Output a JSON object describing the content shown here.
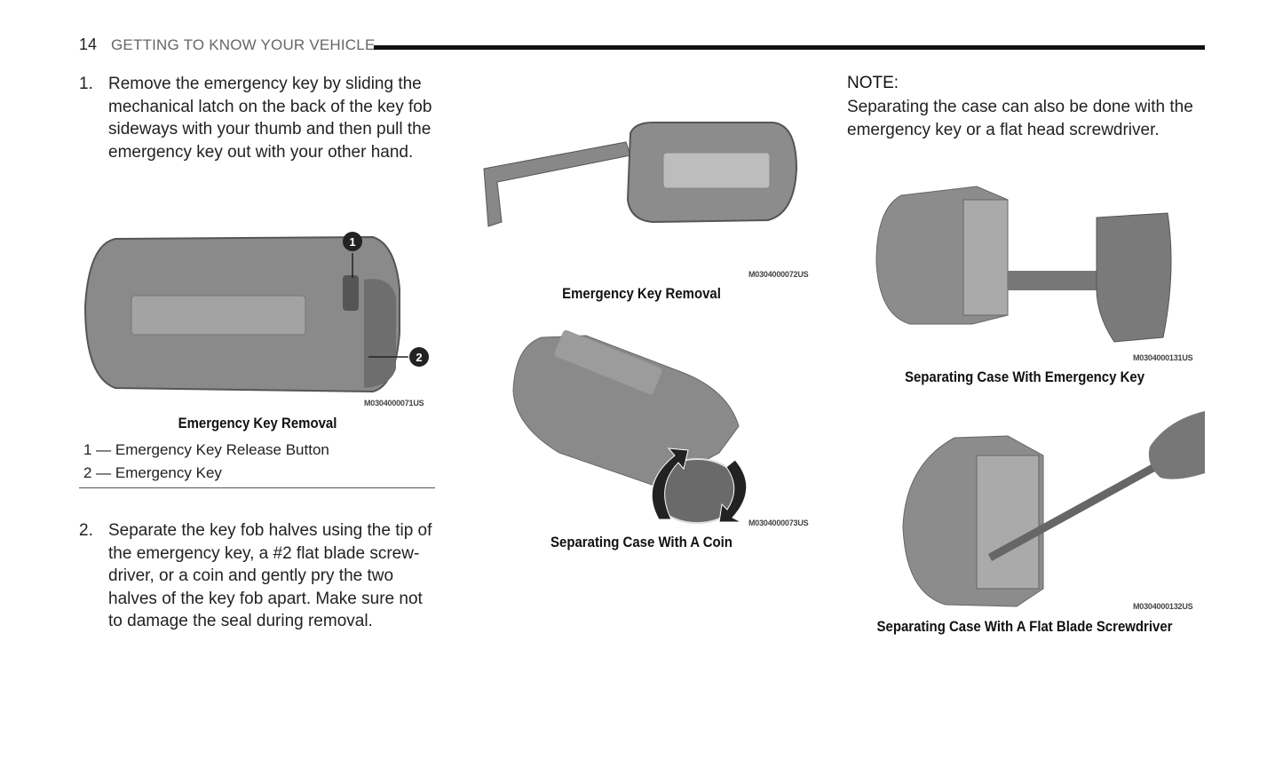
{
  "header": {
    "page_number": "14",
    "section_title": "GETTING TO KNOW YOUR VEHICLE"
  },
  "steps": [
    {
      "number": "1.",
      "text": "Remove the emergency key by sliding the mechanical latch on the back of the key fob sideways with your thumb and then pull the emergency key out with your other hand."
    },
    {
      "number": "2.",
      "text": "Separate the key fob halves using the tip of the emergency key, a #2 flat blade screw-driver, or a coin and gently pry the two halves of the key fob apart. Make sure not to damage the seal during removal."
    }
  ],
  "figures": [
    {
      "caption": "Emergency Key Removal",
      "code": "M0304000071US",
      "callouts": [
        "1",
        "2"
      ],
      "legend": [
        "1 — Emergency Key Release Button",
        "2 — Emergency Key"
      ]
    },
    {
      "caption": "Emergency Key Removal",
      "code": "M0304000072US"
    },
    {
      "caption": "Separating Case With A Coin",
      "code": "M0304000073US"
    },
    {
      "caption": "Separating Case With Emergency Key",
      "code": "M0304000131US"
    },
    {
      "caption": "Separating Case With A Flat Blade Screwdriver",
      "code": "M0304000132US"
    }
  ],
  "note": {
    "heading": "NOTE:",
    "text": "Separating the case can also be done with the emergency key or a flat head screwdriver."
  }
}
